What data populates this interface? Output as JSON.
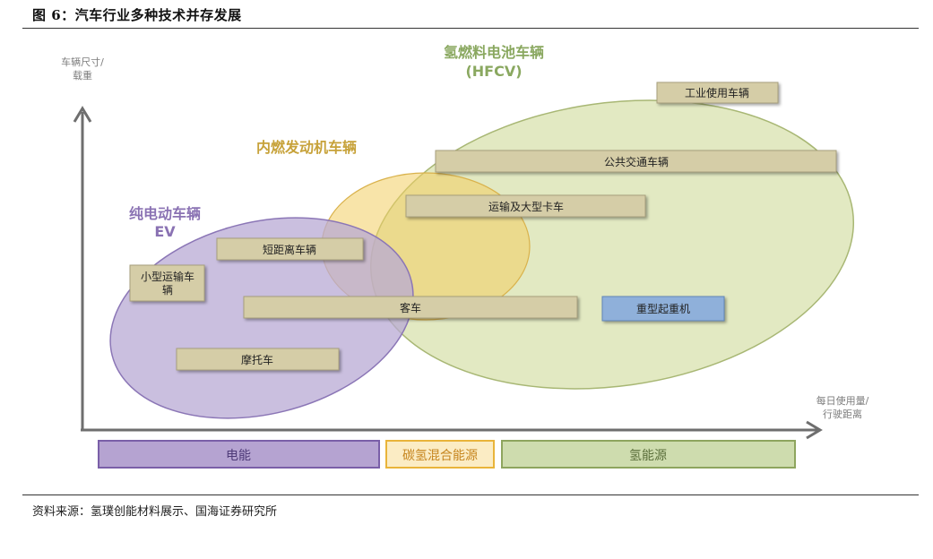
{
  "figure": {
    "title": "图 6：汽车行业多种技术并存发展",
    "source": "资料来源：氢璞创能材料展示、国海证券研究所"
  },
  "axes": {
    "y_label": [
      "车辆尺寸/",
      "载重"
    ],
    "x_label": [
      "每日使用量/",
      "行驶距离"
    ]
  },
  "groups": {
    "ev": {
      "name": "纯电动车辆",
      "abbr": "EV",
      "color": "#8a72b3"
    },
    "ice": {
      "name": "内燃发动机车辆",
      "color": "#c7a23a"
    },
    "hfcv": {
      "name": "氢燃料电池车辆",
      "abbr": "(HFCV)",
      "color": "#8aa860"
    }
  },
  "vehicles": {
    "industrial": "工业使用车辆",
    "bus": "公共交通车辆",
    "truck": "运输及大型卡车",
    "short": "短距离车辆",
    "small_line1": "小型运输车",
    "small_line2": "辆",
    "passenger": "客车",
    "crane": "重型起重机",
    "moto": "摩托车"
  },
  "bands": {
    "electric": "电能",
    "hybrid": "碳氢混合能源",
    "hydrogen": "氢能源"
  },
  "colors": {
    "ev_fill": "#b8a9d4",
    "ice_fill": "#f3cd62",
    "hfcv_fill": "#d6dfa8",
    "box_fill": "#d5cda7",
    "crane_fill": "#8fb0da",
    "band_electric": "#9f86c2",
    "band_hybrid": "#f3c95c",
    "band_hydrogen": "#cfdcac"
  }
}
